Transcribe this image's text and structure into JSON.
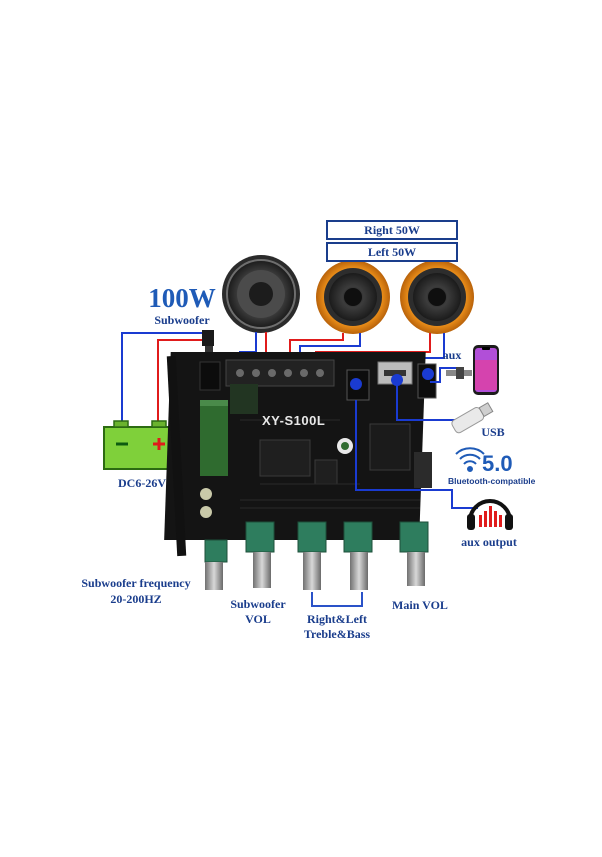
{
  "labels": {
    "power_rating": "100W",
    "subwoofer": "Subwoofer",
    "right_channel": "Right 50W",
    "left_channel": "Left   50W",
    "dc_input": "DC6-26V",
    "aux": "aux",
    "usb": "USB",
    "bluetooth_version": "5.0",
    "bluetooth_compat": "Bluetooth-compatible",
    "aux_output": "aux output",
    "sub_freq_line1": "Subwoofer frequency",
    "sub_freq_line2": "20-200HZ",
    "sub_vol_line1": "Subwoofer",
    "sub_vol_line2": "VOL",
    "treble_bass_line1": "Right&Left",
    "treble_bass_line2": "Treble&Bass",
    "main_vol": "Main VOL",
    "board_model": "XY-S100L"
  },
  "colors": {
    "label_blue": "#1a3d8c",
    "title_blue": "#1f5bb7",
    "wire_red": "#e01b1b",
    "wire_blue": "#1a3bd1",
    "battery_green": "#7fd03a",
    "board": "#141414"
  },
  "icons": [
    "speaker-icon",
    "battery-icon",
    "phone-icon",
    "usb-drive-icon",
    "bluetooth-icon",
    "headphones-icon"
  ]
}
